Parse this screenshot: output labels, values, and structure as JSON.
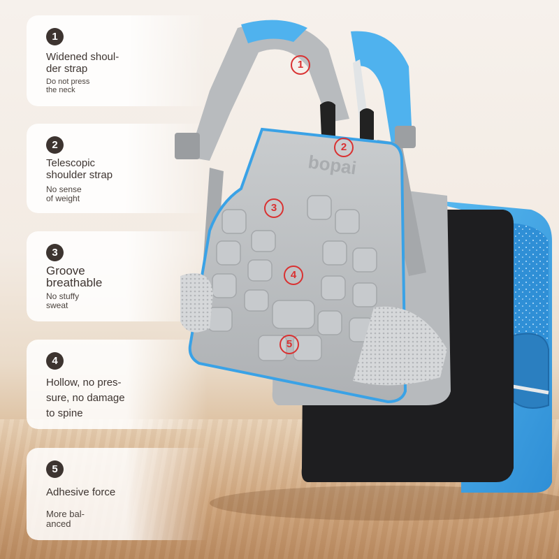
{
  "features": [
    {
      "number": "1",
      "title": "Widened shoul-\nder strap",
      "desc": "Do not press\nthe neck"
    },
    {
      "number": "2",
      "title": "Telescopic\nshoulder strap",
      "desc": "No sense\nof weight"
    },
    {
      "number": "3",
      "title": "Groove\nbreathable",
      "desc": "No stuffy\nsweat"
    },
    {
      "number": "4",
      "title": "Hollow, no pres-\nsure, no damage\nto spine",
      "desc": ""
    },
    {
      "number": "5",
      "title": "Adhesive force",
      "desc": "More bal-\nanced"
    }
  ],
  "markers": [
    "1",
    "2",
    "3",
    "4",
    "5"
  ],
  "brand_logo_text": "bopai",
  "colors": {
    "accent_blue": "#3aa2e6",
    "panel_grey": "#b9bcbf",
    "marker_red": "#d93131",
    "badge_dark": "#3d3430"
  }
}
